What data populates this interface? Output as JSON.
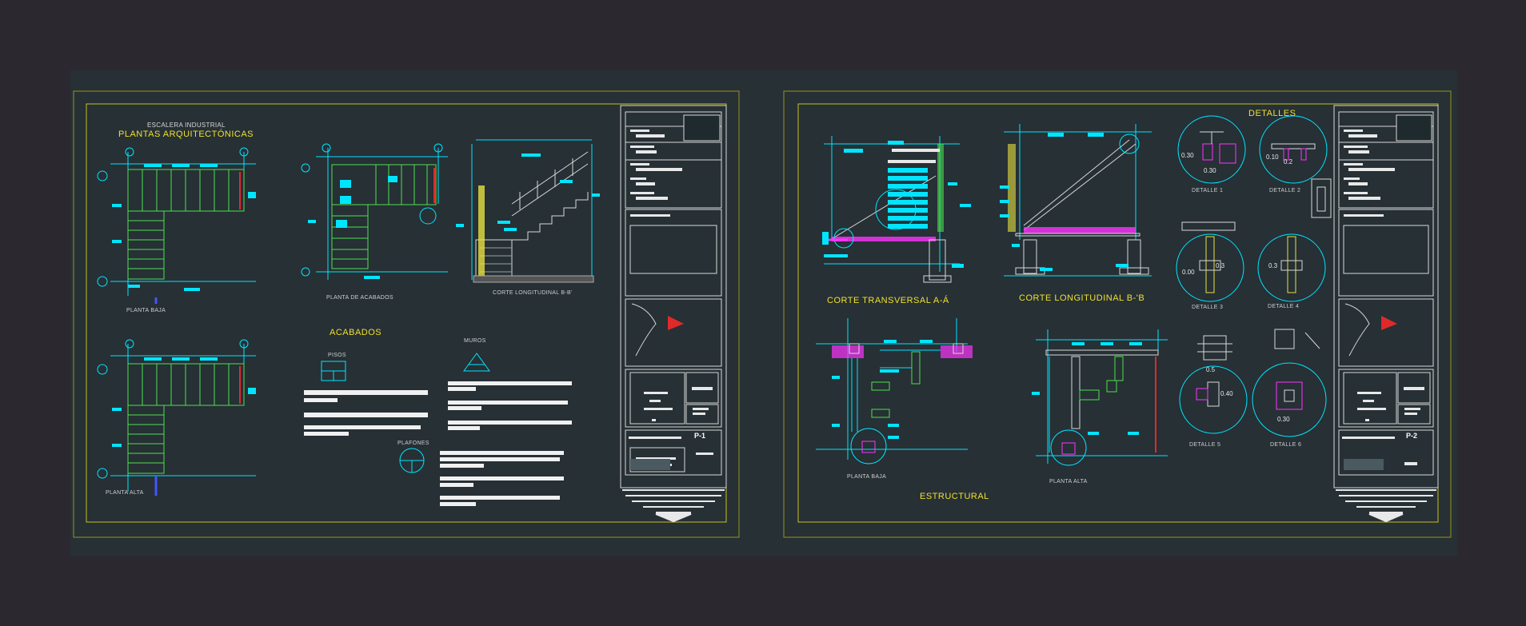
{
  "colors": {
    "background": "#2b2830",
    "sheet": "#263035",
    "border": "#c8c020",
    "linework": "#00e5ff",
    "stairs": "#4de04d",
    "hatch": "#e8e040",
    "accent_red": "#e02a2a",
    "accent_magenta": "#ff33ff",
    "text_white": "#e8e8e8",
    "title_yellow": "#f0e030"
  },
  "sheet1": {
    "subtitle": "ESCALERA INDUSTRIAL",
    "title": "PLANTAS ARQUITECTÓNICAS",
    "labels": {
      "planta_baja": "PLANTA BAJA",
      "planta_alta": "PLANTA ALTA",
      "planta_acabados": "PLANTA DE ACABADOS",
      "corte_longitudinal": "CORTE LONGITUDINAL B-B'",
      "acabados": "ACABADOS",
      "pisos": "PISOS",
      "muros": "MUROS",
      "plafones": "PLAFONES"
    },
    "title_block": {
      "sheet_code": "P-1"
    }
  },
  "sheet2": {
    "labels": {
      "detalles": "DETALLES",
      "corte_transversal": "CORTE TRANSVERSAL A-Á",
      "corte_longitudinal": "CORTE LONGITUDINAL B-'B",
      "estructural": "ESTRUCTURAL",
      "planta_baja": "PLANTA BAJA",
      "planta_alta": "PLANTA ALTA",
      "detalle_1": "DETALLE 1",
      "detalle_2": "DETALLE 2",
      "detalle_3": "DETALLE 3",
      "detalle_4": "DETALLE 4",
      "detalle_5": "DETALLE 5",
      "detalle_6": "DETALLE 6"
    },
    "dims": {
      "d1_a": "0.30",
      "d1_b": "0.30",
      "d2_a": "0.10",
      "d2_b": "0.2",
      "d3_a": "0.3",
      "d3_b": "0.00",
      "d4_a": "0.3",
      "d5_a": "0.5",
      "d5_b": "0.40",
      "d6_a": "0.30"
    },
    "title_block": {
      "sheet_code": "P-2"
    }
  }
}
